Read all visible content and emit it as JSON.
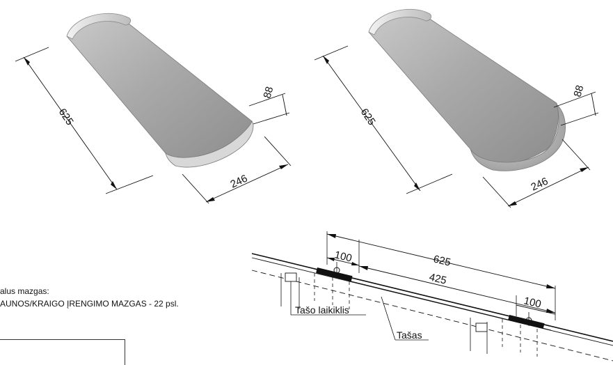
{
  "tiles": [
    {
      "length": "625",
      "height": "88",
      "width": "246"
    },
    {
      "length": "625",
      "height": "88",
      "width": "246"
    }
  ],
  "section": {
    "overall_length": "625",
    "inner_length": "425",
    "overlap_left": "100",
    "overlap_right": "100",
    "label_holder": "Tašo laikiklis",
    "label_batten": "Tašas"
  },
  "note": {
    "line1": "alus mazgas:",
    "line2": "AUNOS/KRAIGO ĮRENGIMO MAZGAS - 22 psl."
  },
  "colors": {
    "tile_light": "#e6e6e6",
    "tile_dark": "#8e8e8e",
    "line": "#111111"
  }
}
